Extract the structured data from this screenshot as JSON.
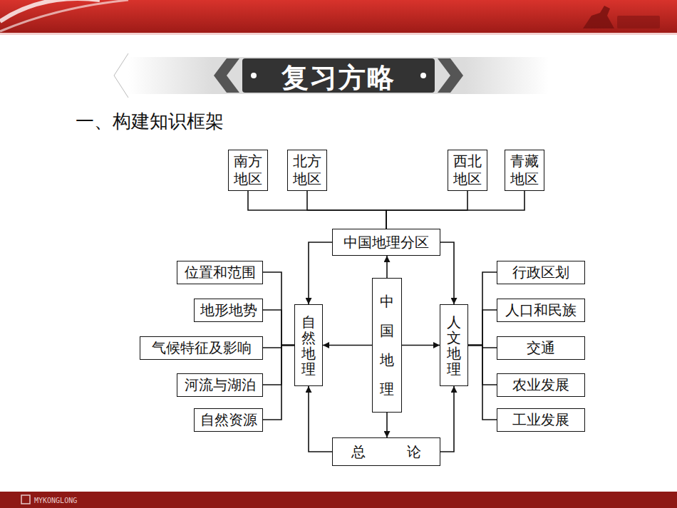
{
  "diagram": {
    "title": "复习方略",
    "nodes": [
      {
        "text": [
          "南方 地区"
        ]
      },
      {
        "text": [
          "北方 地区"
        ]
      },
      {
        "text": [
          "西北 地区"
        ]
      },
      {
        "text": [
          "青藏 地区"
        ]
      },
      {
        "text": [
          "中国地理分区"
        ]
      },
      {
        "text": [
          "自然地理"
        ]
      },
      {
        "text": [
          "中国地理"
        ]
      },
      {
        "text": [
          "人文地理"
        ]
      },
      {
        "text": [
          "总 论"
        ]
      },
      {
        "text": [
          "位置和范围"
        ]
      },
      {
        "text": [
          "地形地势"
        ]
      },
      {
        "text": [
          "气候特征及影响"
        ]
      },
      {
        "text": [
          "河流与湖泊"
        ]
      },
      {
        "text": [
          "自然资源"
        ]
      },
      {
        "text": [
          "行政区划"
        ]
      },
      {
        "text": [
          "人口和民族"
        ]
      },
      {
        "text": [
          "交通"
        ]
      },
      {
        "text": [
          "农业发展"
        ]
      },
      {
        "text": [
          "工业发展"
        ]
      }
    ],
    "edges": [
      {
        "from": 0,
        "to": 4,
        "arrow": "none"
      },
      {
        "from": 1,
        "to": 4,
        "arrow": "none"
      },
      {
        "from": 2,
        "to": 4,
        "arrow": "none"
      },
      {
        "from": 3,
        "to": 4,
        "arrow": "none"
      },
      {
        "from": 4,
        "to": 5,
        "arrow": "to"
      },
      {
        "from": 4,
        "to": 7,
        "arrow": "to"
      },
      {
        "from": 6,
        "to": 4,
        "arrow": "to"
      },
      {
        "from": 6,
        "to": 5,
        "arrow": "to"
      },
      {
        "from": 6,
        "to": 7,
        "arrow": "to"
      },
      {
        "from": 6,
        "to": 8,
        "arrow": "to"
      },
      {
        "from": 8,
        "to": 5,
        "arrow": "to"
      },
      {
        "from": 8,
        "to": 7,
        "arrow": "to"
      },
      {
        "from": 9,
        "to": 5,
        "arrow": "none"
      },
      {
        "from": 10,
        "to": 5,
        "arrow": "none"
      },
      {
        "from": 11,
        "to": 5,
        "arrow": "none"
      },
      {
        "from": 12,
        "to": 5,
        "arrow": "none"
      },
      {
        "from": 13,
        "to": 5,
        "arrow": "none"
      },
      {
        "from": 14,
        "to": 7,
        "arrow": "none"
      },
      {
        "from": 15,
        "to": 7,
        "arrow": "none"
      },
      {
        "from": 16,
        "to": 7,
        "arrow": "none"
      },
      {
        "from": 17,
        "to": 7,
        "arrow": "none"
      },
      {
        "from": 18,
        "to": 7,
        "arrow": "none"
      }
    ],
    "labels": [
      "一、构建知识框架",
      "MYKONGLONG"
    ]
  }
}
